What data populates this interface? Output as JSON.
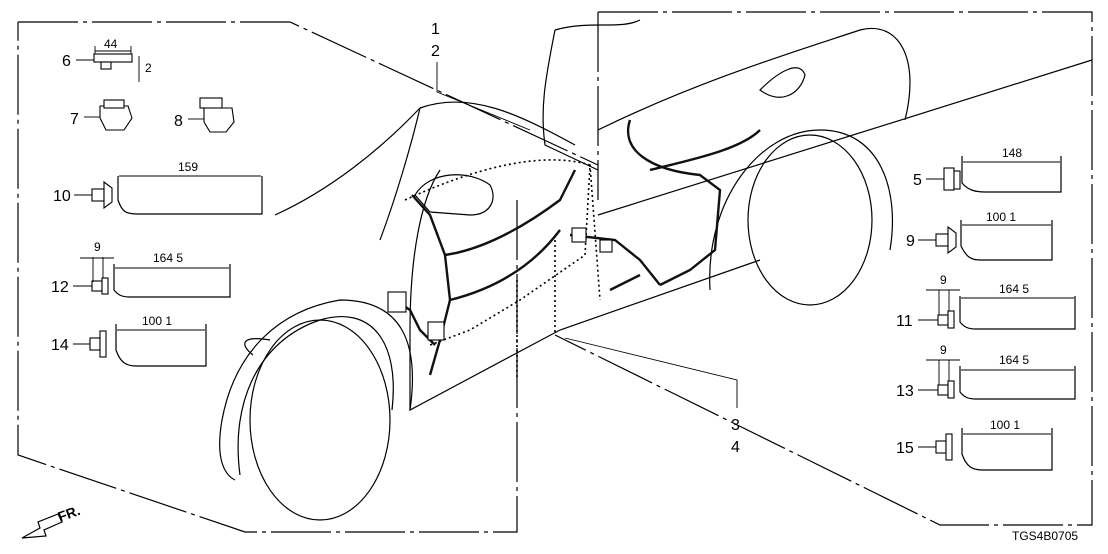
{
  "diagram_code": "TGS4B0705",
  "direction_indicator": "FR.",
  "callouts": {
    "c1": "1",
    "c2": "2",
    "c3": "3",
    "c4": "4",
    "c5": "5",
    "c6": "6",
    "c7": "7",
    "c8": "8",
    "c9": "9",
    "c10": "10",
    "c11": "11",
    "c12": "12",
    "c13": "13",
    "c14": "14",
    "c15": "15"
  },
  "dimensions": {
    "p6_width": "44",
    "p6_height": "2",
    "p10_length": "159",
    "p12_offset": "9",
    "p12_length": "164 5",
    "p14_length": "100 1",
    "p5_length": "148",
    "p9_length": "100 1",
    "p11_offset": "9",
    "p11_length": "164 5",
    "p13_offset": "9",
    "p13_length": "164 5",
    "p15_length": "100 1"
  }
}
